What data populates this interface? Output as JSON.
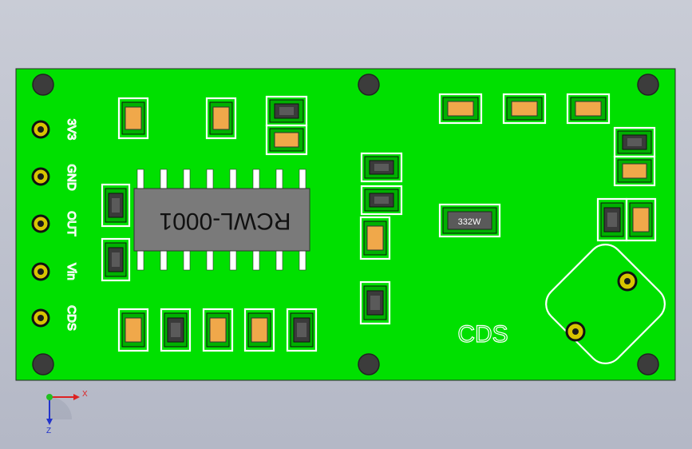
{
  "board": {
    "chip_label": "RCWL-0001",
    "pin_labels": [
      "3V3",
      "GND",
      "OUT",
      "Vin",
      "CDS"
    ],
    "cds_label": "CDS",
    "resistor_label": "332W",
    "colors": {
      "board": "#00e000",
      "pad": "#f0a84a",
      "chip": "#7a7a7a",
      "hole": "#3c3c3c",
      "via": "#d8c400"
    }
  },
  "axes": {
    "x_label": "X",
    "z_label": "Z"
  }
}
